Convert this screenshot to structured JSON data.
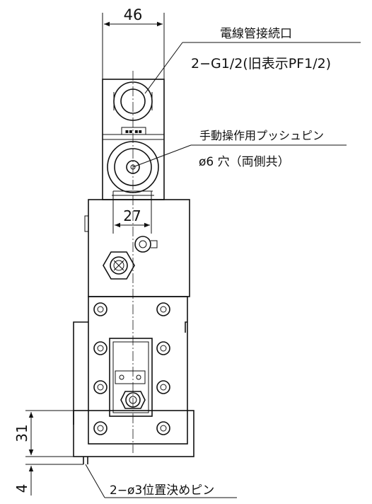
{
  "dimensions": {
    "top_width": "46",
    "manual_pin_spacing": "27",
    "base_height": "31",
    "pin_protrusion": "4"
  },
  "callouts": {
    "conduit_title": "電線管接続口",
    "conduit_spec": "2−G1/2(旧表示PF1/2)",
    "manual_pin_title": "手動操作用プッシュピン",
    "manual_pin_spec": "ø6 穴（両側共）",
    "locating_pin": "2−ø3位置決めピン"
  }
}
